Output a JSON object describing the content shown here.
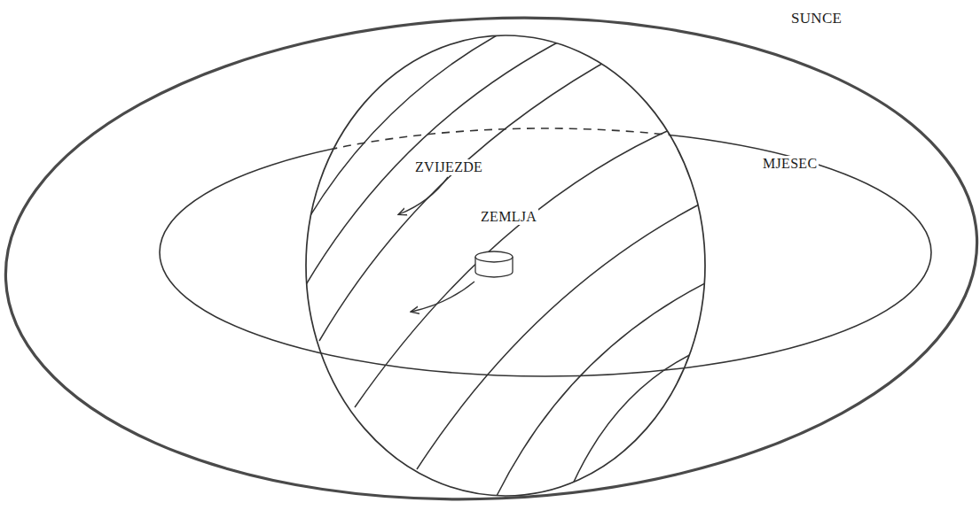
{
  "diagram": {
    "labels": [
      "SUNCE",
      "MJESEC",
      "ZVIJEZDE",
      "ZEMLJA"
    ]
  }
}
